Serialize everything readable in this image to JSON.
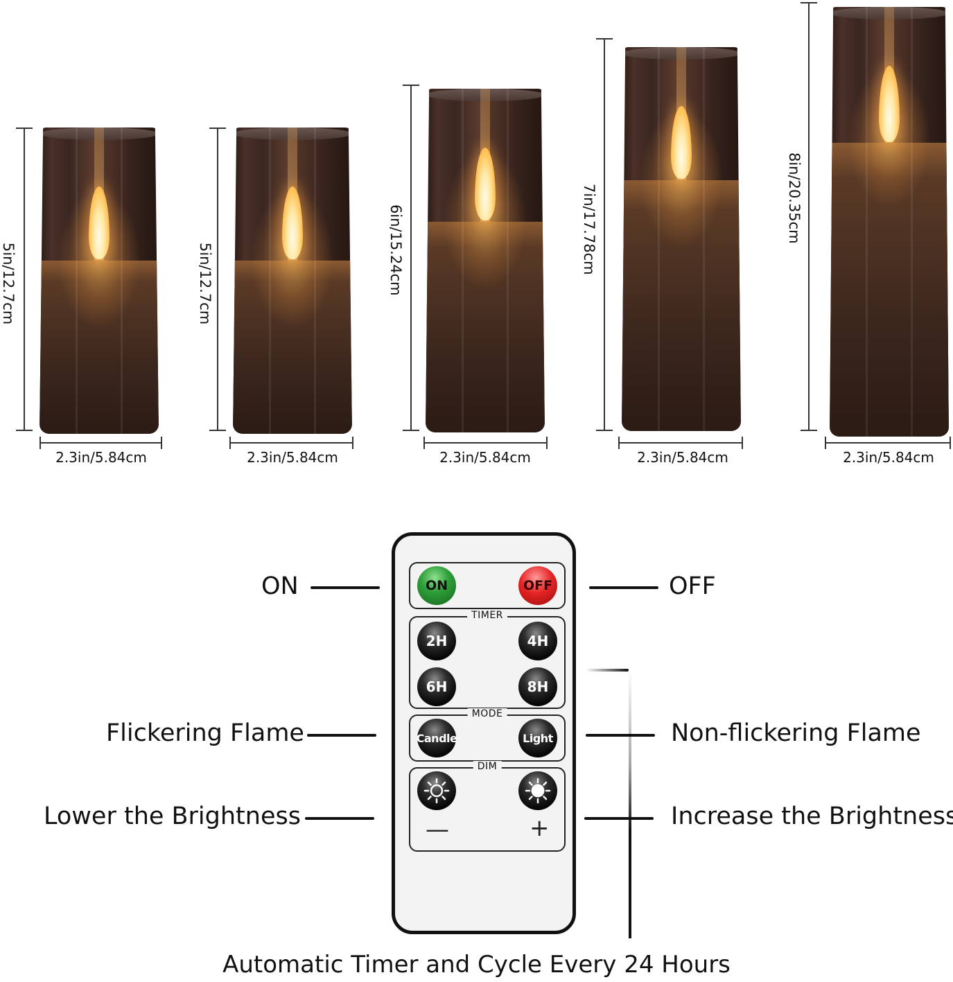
{
  "candles": [
    {
      "height_label": "5in/12.7cm",
      "width_label": "2.3in/5.84cm",
      "height_in": 5
    },
    {
      "height_label": "5in/12.7cm",
      "width_label": "2.3in/5.84cm",
      "height_in": 5
    },
    {
      "height_label": "6in/15.24cm",
      "width_label": "2.3in/5.84cm",
      "height_in": 6
    },
    {
      "height_label": "7in/17.78cm",
      "width_label": "2.3in/5.84cm",
      "height_in": 7
    },
    {
      "height_label": "8in/20.35cm",
      "width_label": "2.3in/5.84cm",
      "height_in": 8
    }
  ],
  "remote": {
    "power": {
      "on_label": "ON",
      "off_label": "OFF"
    },
    "timer": {
      "title": "TIMER",
      "buttons": [
        "2H",
        "4H",
        "6H",
        "8H"
      ]
    },
    "mode": {
      "title": "MODE",
      "buttons": [
        "Candle",
        "Light"
      ]
    },
    "dim": {
      "title": "DIM",
      "minus": "—",
      "plus": "+"
    }
  },
  "callouts": {
    "on": "ON",
    "off": "OFF",
    "flickering": "Flickering Flame",
    "non_flickering": "Non-flickering Flame",
    "lower": "Lower the Brightness",
    "increase": "Increase the Brightness"
  },
  "footer": "Automatic Timer and Cycle Every 24 Hours",
  "colors": {
    "on_button": "#2fa03a",
    "off_button": "#e52424",
    "mode_button": "#111111",
    "candle_glass": "#4a3028",
    "flame": "#ffc35a"
  }
}
